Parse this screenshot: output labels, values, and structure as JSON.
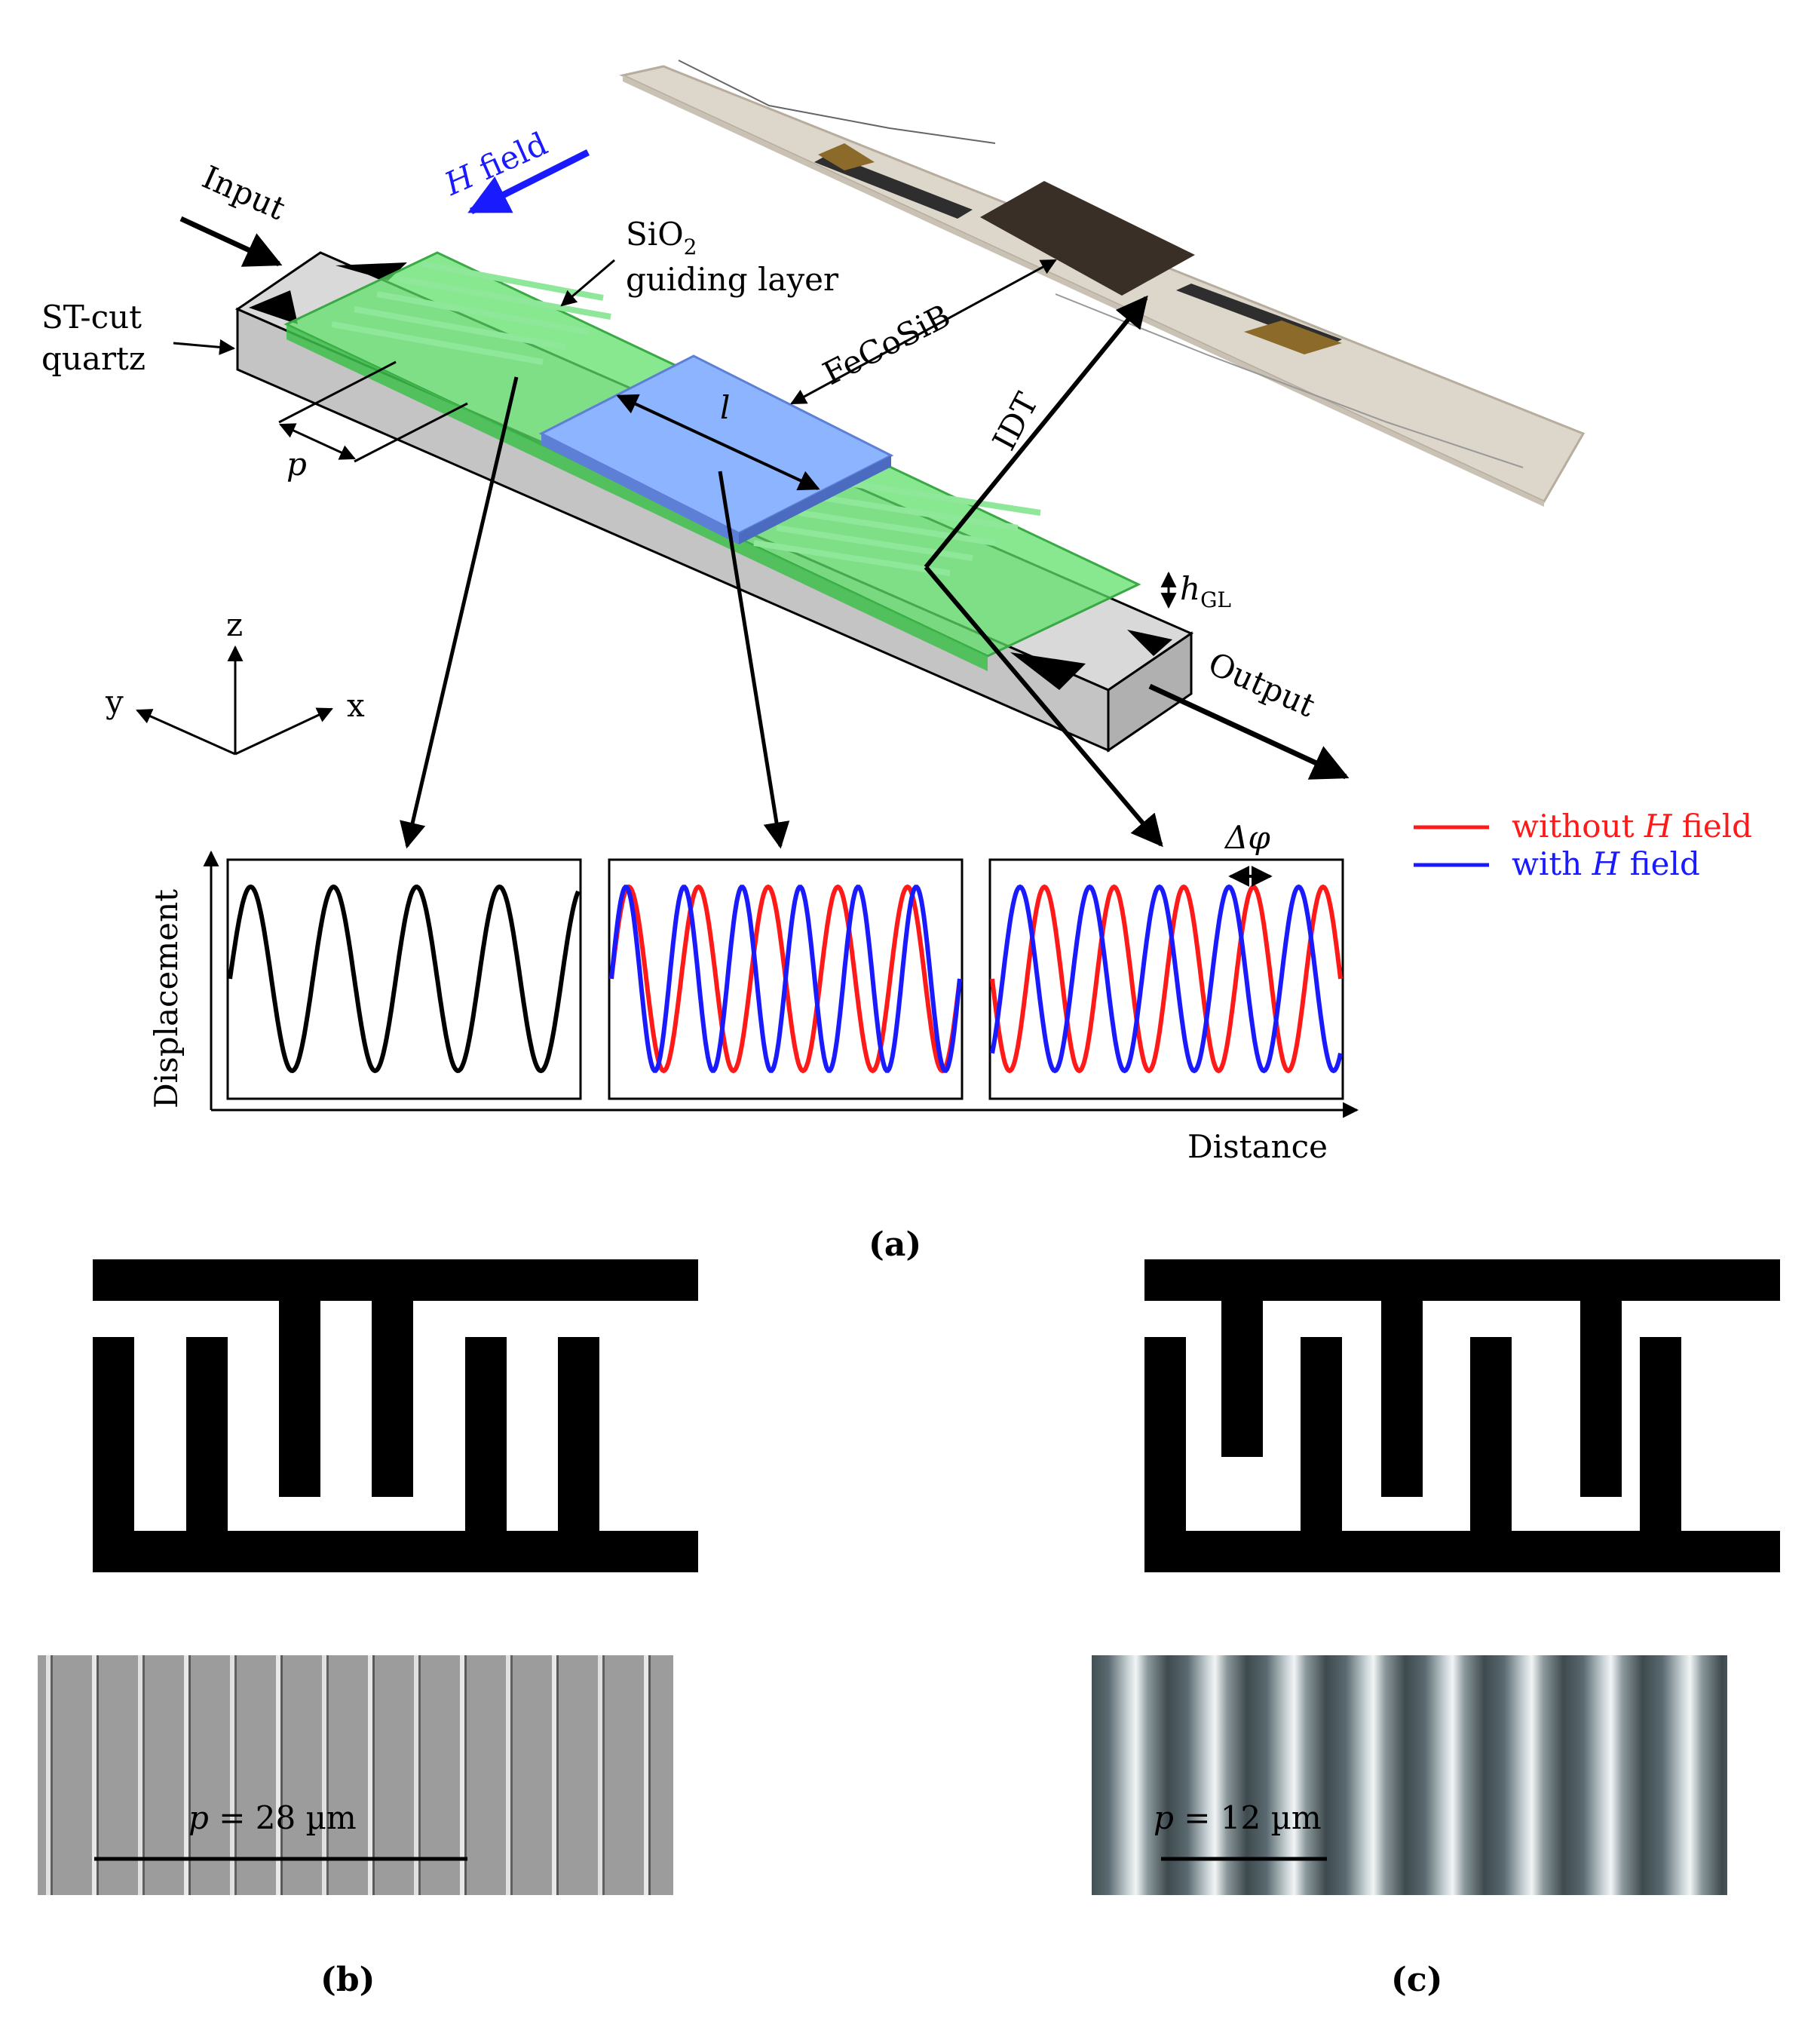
{
  "panel_a": {
    "label": "(a)",
    "h_field": {
      "italic": "H",
      "rest": " field",
      "color": "#1a1aff"
    },
    "input": "Input",
    "output": "Output",
    "st_cut_line1": "ST-cut",
    "st_cut_line2": "quartz",
    "sio2_main": "SiO",
    "sio2_sub": "2",
    "guiding_layer": "guiding layer",
    "fecosib": "FeCoSiB",
    "idt": "IDT",
    "l_symbol": "l",
    "p_symbol": "p",
    "h_gl_main": "h",
    "h_gl_sub": "GL",
    "axes": {
      "x": "x",
      "y": "y",
      "z": "z"
    },
    "plot": {
      "ylabel": "Displacement",
      "xlabel": "Distance",
      "delta_phi": "Δφ"
    },
    "legend": [
      {
        "prefix": "without ",
        "italic": "H",
        "suffix": " field",
        "color": "#ff1a1a"
      },
      {
        "prefix": "with ",
        "italic": "H",
        "suffix": " field",
        "color": "#1a1aff"
      }
    ],
    "colors": {
      "substrate": "#c8c8c8",
      "guiding_layer": "#5fe06a",
      "film": "#8db4ff",
      "wave_black": "#000000"
    }
  },
  "panel_b": {
    "label": "(b)",
    "scale_italic": "p",
    "scale_rest": " = 28 µm"
  },
  "panel_c": {
    "label": "(c)",
    "scale_italic": "p",
    "scale_rest": " = 12 µm"
  }
}
